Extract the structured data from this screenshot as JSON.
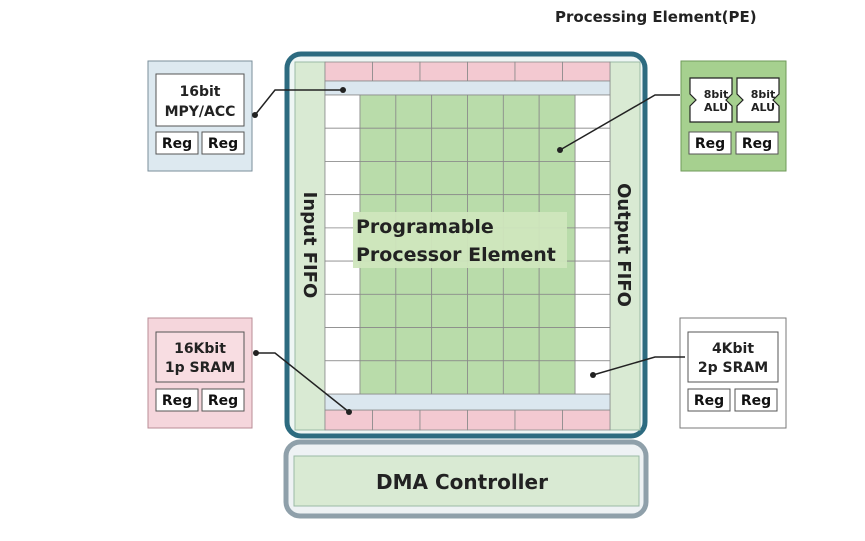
{
  "title": "Processing Element(PE)",
  "array_label_line1": "Programable",
  "array_label_line2": "Processor Element",
  "input_fifo": "Input FIFO",
  "output_fifo": "Output FIFO",
  "dma": "DMA Controller",
  "blocks": {
    "mpy": {
      "line1": "16bit",
      "line2": "MPY/ACC",
      "reg1": "Reg",
      "reg2": "Reg"
    },
    "alu": {
      "alu1_a": "8bit",
      "alu1_b": "ALU",
      "alu2_a": "8bit",
      "alu2_b": "ALU",
      "reg1": "Reg",
      "reg2": "Reg"
    },
    "sram1p": {
      "line1": "16Kbit",
      "line2": "1p SRAM",
      "reg1": "Reg",
      "reg2": "Reg"
    },
    "sram2p": {
      "line1": "4Kbit",
      "line2": "2p SRAM",
      "reg1": "Reg",
      "reg2": "Reg"
    }
  },
  "colors": {
    "frame": "#2d6b80",
    "pe_green": "#b9dcaa",
    "pink": "#f3c9d1",
    "light_blue": "#dbe7ef",
    "fifo_green": "#d9ead3",
    "alu_block": "#a6d08f",
    "mpy_block": "#dde9f0",
    "sram1p_block": "#f5d6dc",
    "dma_fill": "#d9ead3"
  }
}
